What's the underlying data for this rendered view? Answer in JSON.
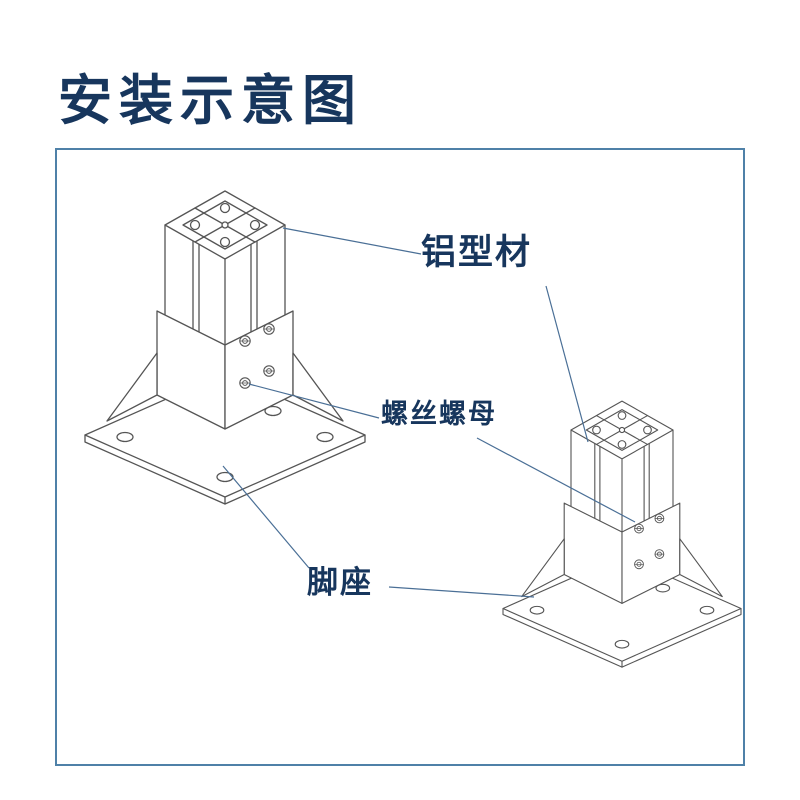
{
  "page": {
    "title": "安装示意图"
  },
  "diagram": {
    "labels": {
      "profile": "铝型材",
      "screws": "螺丝螺母",
      "foot": "脚座"
    },
    "parts": [
      {
        "name": "aluminum-profile",
        "label": "铝型材"
      },
      {
        "name": "screw-and-nut",
        "label": "螺丝螺母"
      },
      {
        "name": "foot-mount-base",
        "label": "脚座"
      }
    ],
    "colors": {
      "title_text": "#17365d",
      "label_text": "#17365d",
      "frame_border": "#4f81a8",
      "drawing_line": "#555555",
      "leader_line": "#4a6f96",
      "background": "#ffffff"
    }
  }
}
